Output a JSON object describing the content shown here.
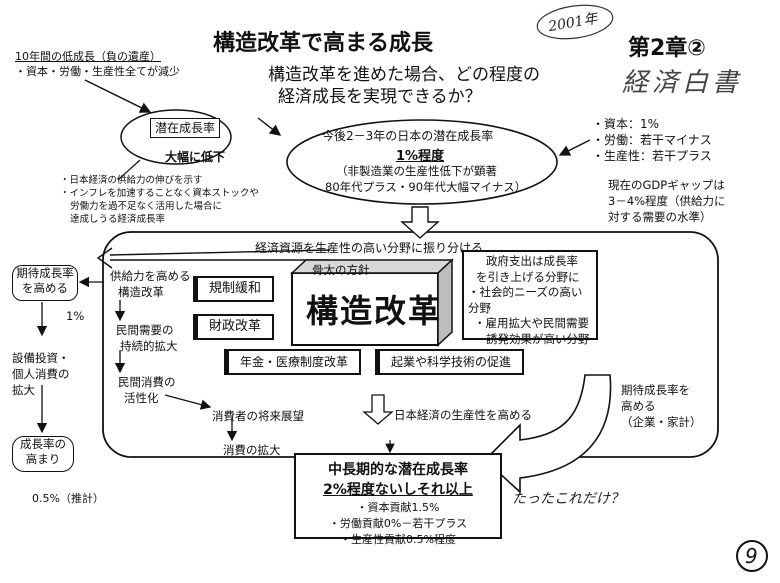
{
  "title": "構造改革で高まる成長",
  "chapter": "第2章②",
  "handwritten_year": "2001年",
  "handwritten_source": "経済白書",
  "handwritten_comment": "たったこれだけ？",
  "page_number": "9",
  "question": {
    "line1": "構造改革を進めた場合、どの程度の",
    "line2": "経済成長を実現できるか？"
  },
  "top_left_note": {
    "line1": "10年間の低成長（負の遺産）",
    "line2": "・資本・労働・生産性全てが減少"
  },
  "potential_growth": {
    "label": "潜在成長率",
    "change": "大幅に低下"
  },
  "left_note": {
    "line1": "・日本経済の供給力の伸びを示す",
    "line2": "・インフレを加速することなく資本ストックや",
    "line3": "労働力を過不足なく活用した場合に",
    "line4": "達成しうる経済成長率"
  },
  "center_ellipse": {
    "line1": "今後2－3年の日本の潜在成長率",
    "line2": "1%程度",
    "line3": "（非製造業の生産性低下が顕著",
    "line4": "80年代プラス・90年代大幅マイナス）"
  },
  "right_list": {
    "capital": "・資本：1%",
    "labor": "・労働：若干マイナス",
    "productivity": "・生産性：若干プラス"
  },
  "gdp_gap": {
    "line1": "現在のGDPギャップは",
    "line2": "3－4%程度（供給力に",
    "line3": "対する需要の水準）"
  },
  "reallocation": "経済資源を生産性の高い分野に振り分ける",
  "honebuto": "骨太の方針",
  "structural_reform": "構造改革",
  "supply_reform": {
    "line1": "供給力を高める",
    "line2": "構造改革"
  },
  "deregulation": "規制緩和",
  "fiscal_reform": "財政改革",
  "private_demand": {
    "line1": "民間需要の",
    "line2": "持続的拡大"
  },
  "private_consumption": {
    "line1": "民間消費の",
    "line2": "活性化"
  },
  "pension_reform": "年金・医療制度改革",
  "startup_tech": "起業や科学技術の促進",
  "gov_spending": {
    "line1": "政府支出は成長率",
    "line2": "を引き上げる分野に",
    "line3": "・社会的ニーズの高い分野",
    "line4": "・雇用拡大や民間需要",
    "line5": "誘発効果が高い分野"
  },
  "consumer_outlook": "消費者の将来展望",
  "consumption_expansion": "消費の拡大",
  "raise_productivity": "日本経済の生産性を高める",
  "expected_growth_right": {
    "line1": "期待成長率を",
    "line2": "高める",
    "line3": "（企業・家計）"
  },
  "expected_growth_left": {
    "line1": "期待成長率",
    "line2": "を高める"
  },
  "one_percent": "1%",
  "investment": {
    "line1": "設備投資・",
    "line2": "個人消費の",
    "line3": "拡大"
  },
  "growth_rate": {
    "line1": "成長率の",
    "line2": "高まり"
  },
  "estimate": "0.5%（推計）",
  "result_box": {
    "line1": "中長期的な潜在成長率",
    "line2": "2%程度ないしそれ以上",
    "line3": "・資本貢献1.5%",
    "line4": "・労働貢献0%－若干プラス",
    "line5": "・生産性貢献0.5%程度"
  }
}
